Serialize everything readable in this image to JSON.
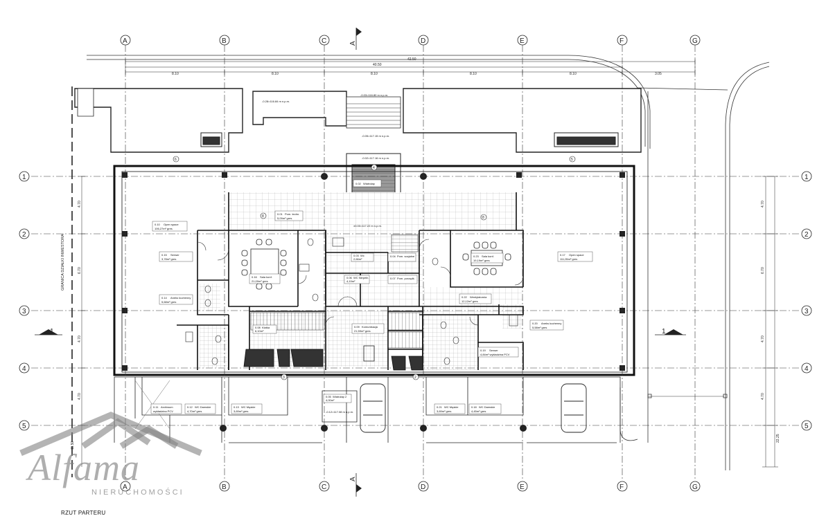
{
  "caption": "RZUT PARTERU",
  "logo": {
    "word": "Alfama",
    "sub": "NIERUCHOMOŚCI"
  },
  "grid_columns": [
    "A",
    "B",
    "C",
    "D",
    "E",
    "F",
    "G"
  ],
  "grid_rows": [
    "1",
    "2",
    "3",
    "4",
    "5"
  ],
  "section_markers": {
    "vertical": "A",
    "horizontal": "1"
  },
  "boundary_label": "GRANICA DZIAŁKI INWESTORA",
  "dimensions": {
    "overall_outer": "42.50",
    "overall_inner": "40.50",
    "spans": [
      "8.10",
      "8.10",
      "8.10",
      "8.10",
      "8.10",
      "3.05"
    ],
    "row_spans": [
      "4.70",
      "6.70",
      "4.70",
      "4.70"
    ],
    "total_height": "22.25",
    "side": "11.50"
  },
  "levels": {
    "top_left": "-0.28=116.84 m n.p.m.",
    "top_center": "-0.03=116.80 m n.p.m.",
    "ramp": "-0.05=117.15 m n.p.m.",
    "entry": "-0.02=117.16 m n.p.m.",
    "hall": "±0.00=117.22 m n.p.m.",
    "bottom": "-0.12=117.08 m n.p.m."
  },
  "rooms": {
    "open_space_left": {
      "no": "0.10",
      "name": "Open space",
      "area": "106,27m² gres"
    },
    "open_space_right": {
      "no": "0.17",
      "name": "Open space",
      "area": "111,05m² gres"
    },
    "server_left": {
      "no": "0.15",
      "name": "Serwer",
      "area": "3,78m² gres"
    },
    "kitchen_left": {
      "no": "0.14",
      "name": "Aneks kuchenny",
      "area": "5,68m² gres"
    },
    "conf_left": {
      "no": "0.16",
      "name": "Sala konf.",
      "area": "21,00m² gres"
    },
    "conf_right": {
      "no": "0.23",
      "name": "Sala konf.",
      "area": "19,19m² gres"
    },
    "reception": {
      "no": "0.01",
      "name": "Pom. techn.",
      "area": "5,09m² gres"
    },
    "vestibule": {
      "no": "0.02",
      "name": "Wiatrołap",
      "area": ""
    },
    "room_03": {
      "no": "0.03",
      "name": "Wc",
      "area": "2,66m²"
    },
    "room_04": {
      "no": "0.04",
      "name": "Pom. socjalne",
      "area": ""
    },
    "room_06": {
      "no": "0.06",
      "name": "WC Niepełn.",
      "area": "4,19m²"
    },
    "room_07": {
      "no": "0.07",
      "name": "Pom. porządk.",
      "area": ""
    },
    "stair_left": {
      "no": "0.08",
      "name": "Klatka",
      "area": "6,10m²"
    },
    "hall_lower": {
      "no": "0.09",
      "name": "Komunikacja",
      "area": "21,59m² gres"
    },
    "vent": {
      "no": "0.22",
      "name": "Wentylatornia",
      "area": "12,12m² gres"
    },
    "kitchen_right": {
      "no": "0.20",
      "name": "Aneks kuchenny",
      "area": "5,58m² gres"
    },
    "server_right": {
      "no": "0.19",
      "name": "Serwer",
      "area": "4,84m² wykładzina PCV"
    },
    "arch": {
      "no": "0.11",
      "name": "Archiwum",
      "area": "wykładzina PCV"
    },
    "wc_men_left": {
      "no": "0.12",
      "name": "WC Damskie",
      "area": "4,70m² gres"
    },
    "wc_women_left": {
      "no": "0.13",
      "name": "WC Męskie",
      "area": "3,69m² gres"
    },
    "stair_bottom": {
      "no": "0.05",
      "name": "Wiatrołap 2",
      "area": "4,00m²"
    },
    "wc_men_right": {
      "no": "0.21",
      "name": "WC Męskie",
      "area": "3,69m² gres"
    },
    "wc_women_right": {
      "no": "0.18",
      "name": "WC Damskie",
      "area": "4,45m² gres"
    }
  },
  "markers": [
    "6",
    "4",
    "5",
    "8",
    "8",
    "3",
    "2"
  ]
}
